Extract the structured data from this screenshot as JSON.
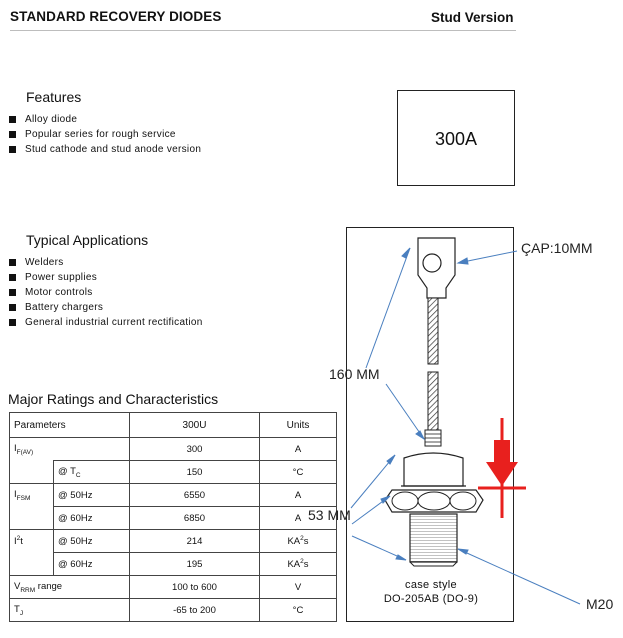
{
  "header": {
    "left_title": "STANDARD RECOVERY DIODES",
    "right_title": "Stud Version"
  },
  "features": {
    "title": "Features",
    "items": [
      "Alloy diode",
      "Popular series for rough service",
      "Stud cathode and stud anode version"
    ]
  },
  "rating_box": {
    "value": "300A"
  },
  "applications": {
    "title": "Typical Applications",
    "items": [
      "Welders",
      "Power supplies",
      "Motor controls",
      "Battery chargers",
      "General industrial current rectification"
    ]
  },
  "table": {
    "title": "Major Ratings and Characteristics",
    "headers": {
      "parameters": "Parameters",
      "model": "300U",
      "units": "Units"
    },
    "rows": {
      "if_sym": "I",
      "if_sub": "F(AV)",
      "if_val": "300",
      "if_unit": "A",
      "tc_at": "@ T",
      "tc_sub": "C",
      "tc_val": "150",
      "tc_unit": "°C",
      "ifsm_sym": "I",
      "ifsm_sub": "FSM",
      "ifsm_c1": "@ 50Hz",
      "ifsm_v1": "6550",
      "ifsm_u1": "A",
      "ifsm_c2": "@ 60Hz",
      "ifsm_v2": "6850",
      "ifsm_u2": "A",
      "i2t_sym": "I",
      "i2t_sup": "2",
      "i2t_t": "t",
      "i2t_c1": "@ 50Hz",
      "i2t_v1": "214",
      "i2t_u1_pre": "KA",
      "i2t_u1_sup": "2",
      "i2t_u1_post": "s",
      "i2t_c2": "@ 60Hz",
      "i2t_v2": "195",
      "i2t_u2_pre": "KA",
      "i2t_u2_sup": "2",
      "i2t_u2_post": "s",
      "vrrm_sym": "V",
      "vrrm_sub": "RRM",
      "vrrm_rest": " range",
      "vrrm_val": "100 to 600",
      "vrrm_unit": "V",
      "tj_sym": "T",
      "tj_sub": "J",
      "tj_val": "-65 to 200",
      "tj_unit": "°C"
    }
  },
  "drawing": {
    "label_cap": "ÇAP:10MM",
    "label_length": "160 MM",
    "label_hex": "53 MM",
    "label_thread": "M20",
    "case_line1": "case style",
    "case_line2": "DO-205AB (DO-9)",
    "arrow_color": "#4a7fbf",
    "symbol_color": "#e8201e"
  }
}
